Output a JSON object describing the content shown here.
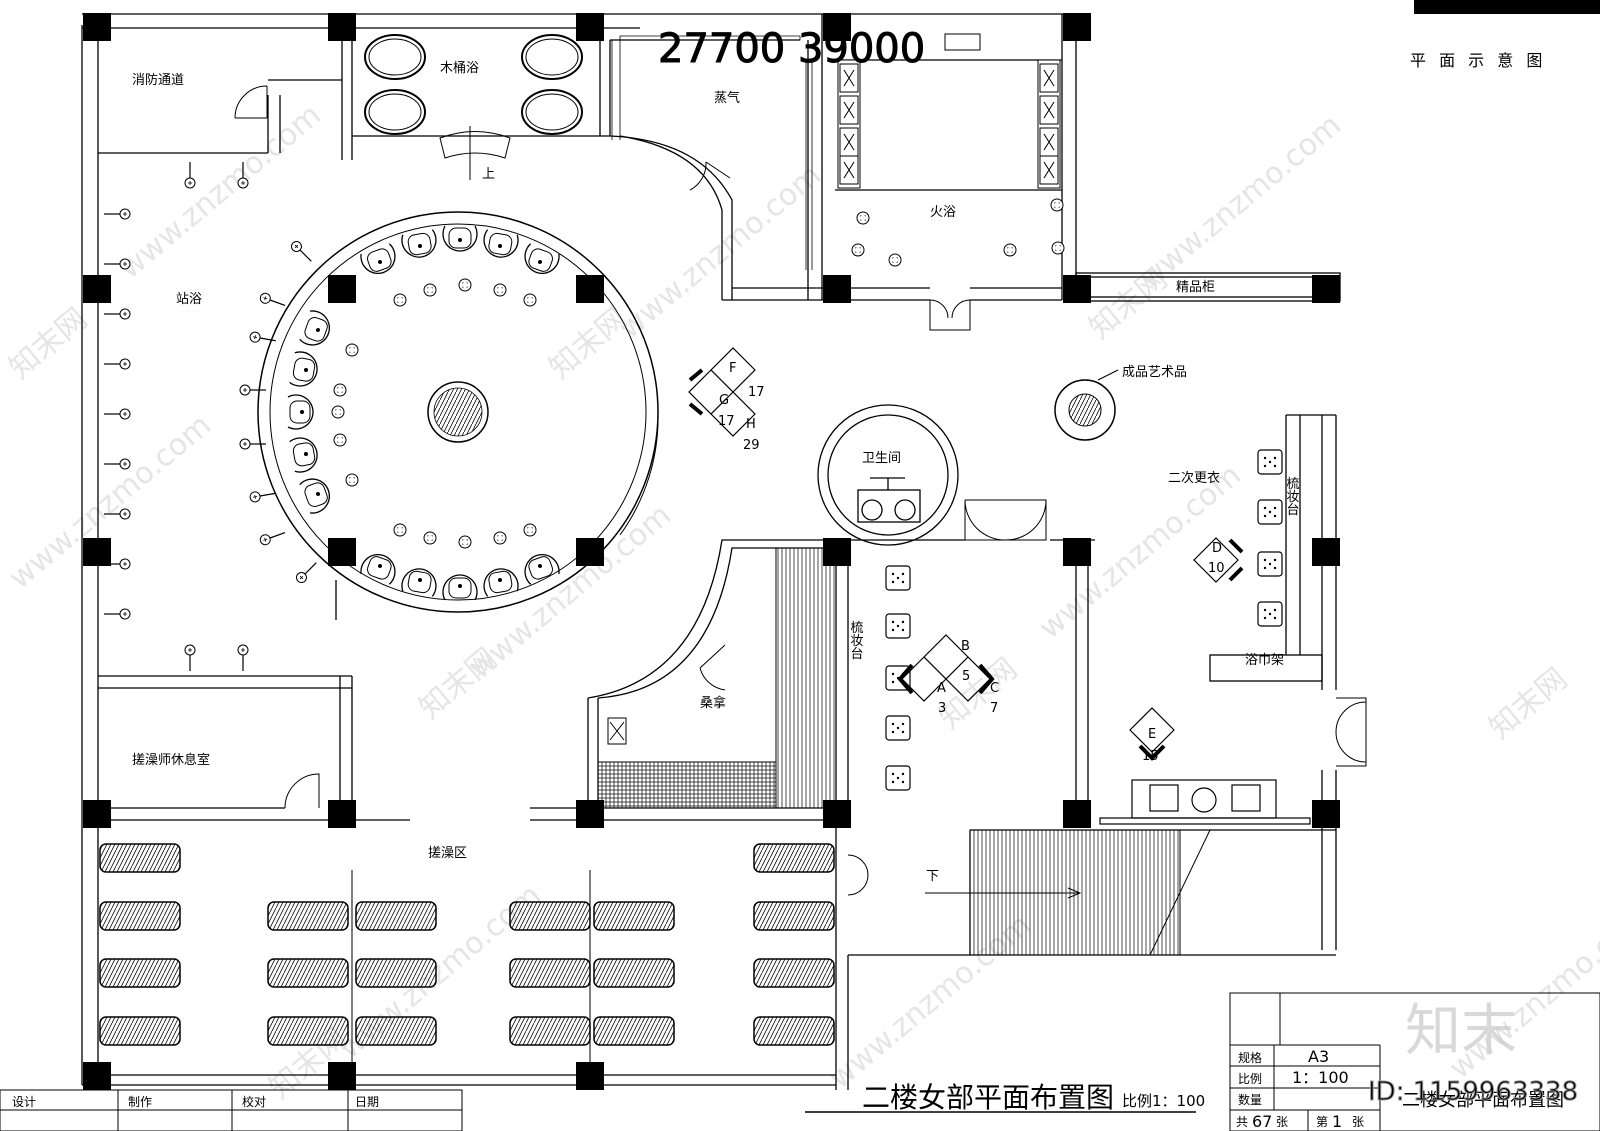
{
  "header": {
    "dims_text": "27700  39000",
    "corner_title": "平 面 示 意 图"
  },
  "rooms": {
    "fire_exit": "消防通道",
    "wood_bath": "木桶浴",
    "up": "上",
    "steam": "蒸气",
    "fire_bath": "火浴",
    "boutique_cabinet": "精品柜",
    "art_piece": "成品艺术品",
    "shower": "站浴",
    "toilet": "卫生间",
    "second_change": "二次更衣",
    "dressing_right": "梳妆台",
    "towel_rack": "浴巾架",
    "sauna": "桑拿",
    "dressing_mid": "梳妆台",
    "staff_rest": "搓澡师休息室",
    "scrub_area": "搓澡区",
    "down": "下"
  },
  "tags": {
    "F": {
      "letter": "F",
      "num": "17"
    },
    "G": {
      "letter": "G",
      "num": "17"
    },
    "H": {
      "letter": "H",
      "num": "29"
    },
    "D": {
      "letter": "D",
      "num": "10"
    },
    "B": {
      "letter": "B",
      "num": "5"
    },
    "A": {
      "letter": "A",
      "num": "3"
    },
    "C": {
      "letter": "C",
      "num": "7"
    },
    "E": {
      "letter": "E",
      "num": "15"
    }
  },
  "drawing_title": "二楼女部平面布置图",
  "scale_text": "比例1：100",
  "signature_bar": {
    "design": "设计",
    "make": "制作",
    "check": "校对",
    "date": "日期"
  },
  "title_block": {
    "spec_label": "规格",
    "spec_value": "A3",
    "ratio_label": "比例",
    "ratio_value": "1：100",
    "qty_label": "数量",
    "total_prefix": "共",
    "total_value": "67",
    "total_suffix": "张",
    "sheet_prefix": "第",
    "sheet_value": "1",
    "sheet_suffix": "张",
    "name": "二楼女部平面布置图"
  },
  "watermark": {
    "brand": "知末",
    "site": "www.znzmo.com",
    "site_cn": "知末网",
    "id_text": "ID: 1159963338"
  }
}
